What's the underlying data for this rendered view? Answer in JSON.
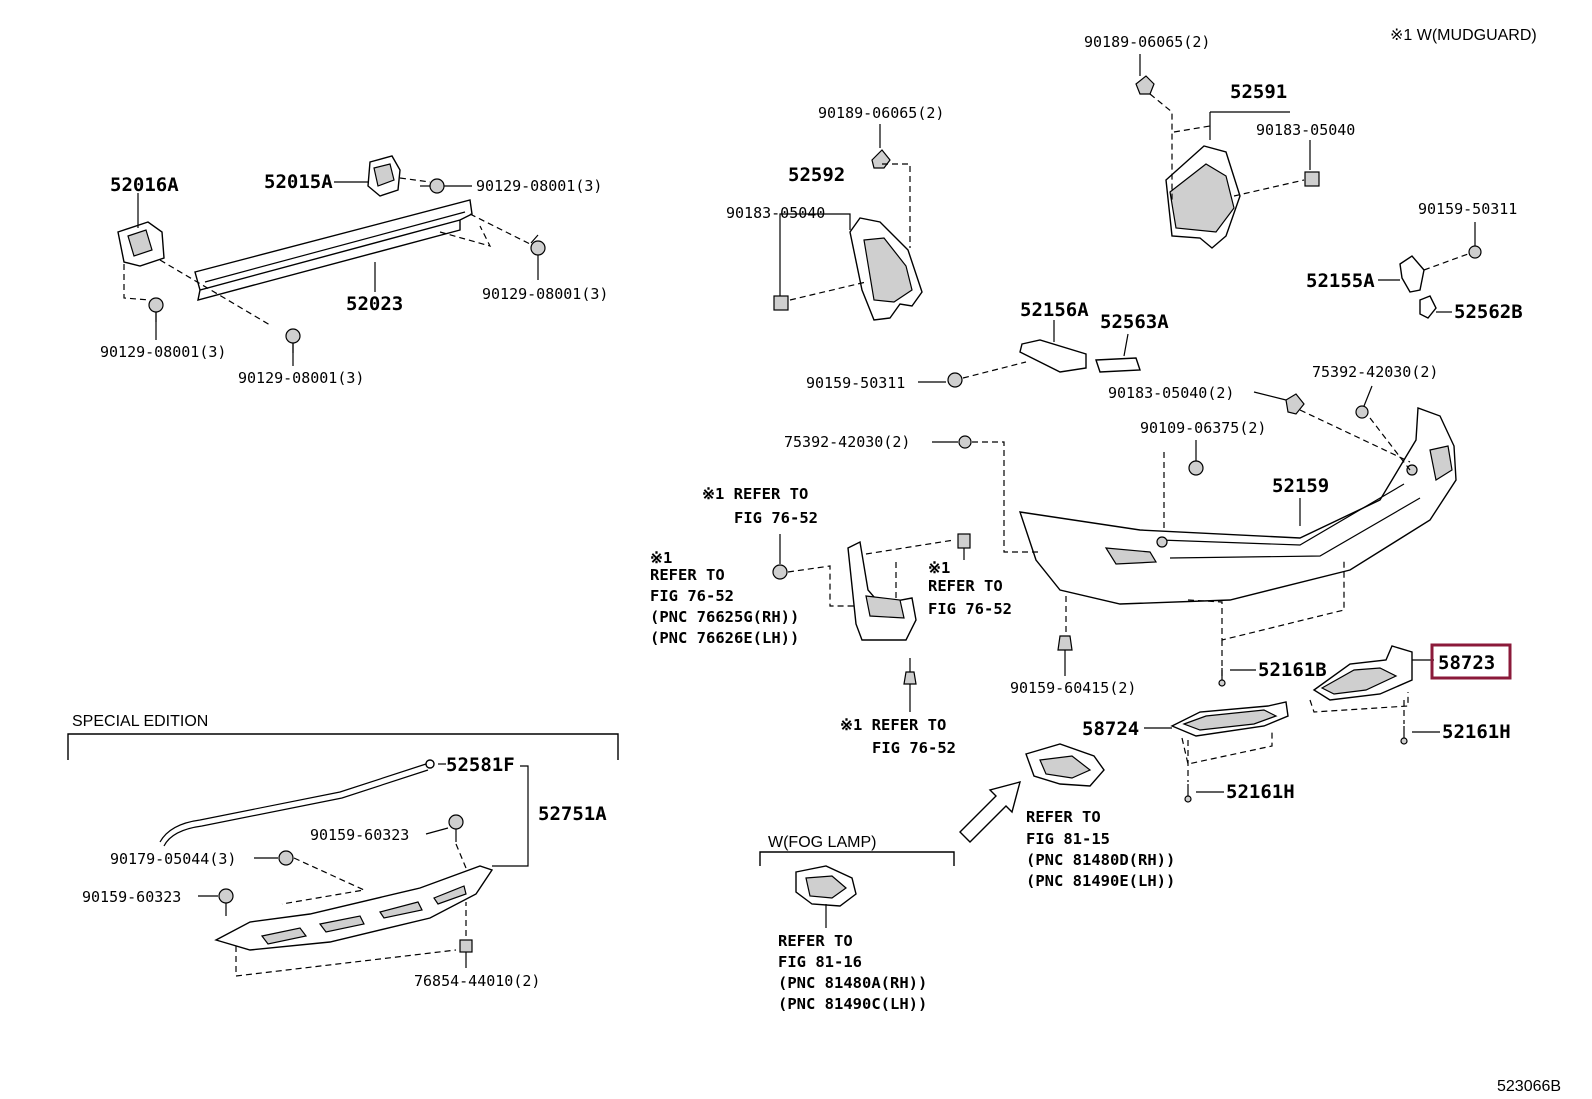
{
  "header": {
    "note": "※1 W(MUDGUARD)",
    "diagram_code": "523066B"
  },
  "parts": {
    "p52016A": "52016A",
    "p52015A": "52015A",
    "p90129_08001_a": "90129-08001(3)",
    "p90129_08001_b": "90129-08001(3)",
    "p90129_08001_c": "90129-08001(3)",
    "p90129_08001_d": "90129-08001(3)",
    "p52023": "52023",
    "p90189_06065_a": "90189-06065(2)",
    "p90189_06065_b": "90189-06065(2)",
    "p52592": "52592",
    "p52591": "52591",
    "p90183_05040_a": "90183-05040",
    "p90183_05040_b": "90183-05040",
    "p90159_50311_a": "90159-50311",
    "p90159_50311_b": "90159-50311",
    "p52155A": "52155A",
    "p52562B": "52562B",
    "p52156A": "52156A",
    "p52563A": "52563A",
    "p90183_05040_2": "90183-05040(2)",
    "p75392_42030_a": "75392-42030(2)",
    "p75392_42030_b": "75392-42030(2)",
    "p90109_06375": "90109-06375(2)",
    "p52159": "52159",
    "p90159_60415": "90159-60415(2)",
    "p52161B": "52161B",
    "p58723": "58723",
    "p58724": "58724",
    "p52161H_a": "52161H",
    "p52161H_b": "52161H",
    "p52581F": "52581F",
    "p52751A": "52751A",
    "p90159_60323_a": "90159-60323",
    "p90159_60323_b": "90159-60323",
    "p90179_05044": "90179-05044(3)",
    "p76854_44010": "76854-44010(2)"
  },
  "refs": {
    "mud_top_1": "※1 REFER TO",
    "mud_top_2": "FIG 76-52",
    "mud_left_1": "※1",
    "mud_left_2": "REFER TO",
    "mud_left_3": "FIG 76-52",
    "mud_left_4": "(PNC 76625G(RH))",
    "mud_left_5": "(PNC 76626E(LH))",
    "mud_right_1": "※1",
    "mud_right_2": "REFER TO",
    "mud_right_3": "FIG 76-52",
    "mud_bottom_1": "※1 REFER TO",
    "mud_bottom_2": "FIG 76-52",
    "fog_right_1": "REFER TO",
    "fog_right_2": "FIG 81-15",
    "fog_right_3": "(PNC 81480D(RH))",
    "fog_right_4": "(PNC 81490E(LH))",
    "fog_left_1": "REFER TO",
    "fog_left_2": "FIG 81-16",
    "fog_left_3": "(PNC 81480A(RH))",
    "fog_left_4": "(PNC 81490C(LH))"
  },
  "sections": {
    "special_edition": "SPECIAL EDITION",
    "fog_lamp": "W(FOG LAMP)"
  },
  "highlight": {
    "part": "58723",
    "color": "#8b1a3a"
  }
}
